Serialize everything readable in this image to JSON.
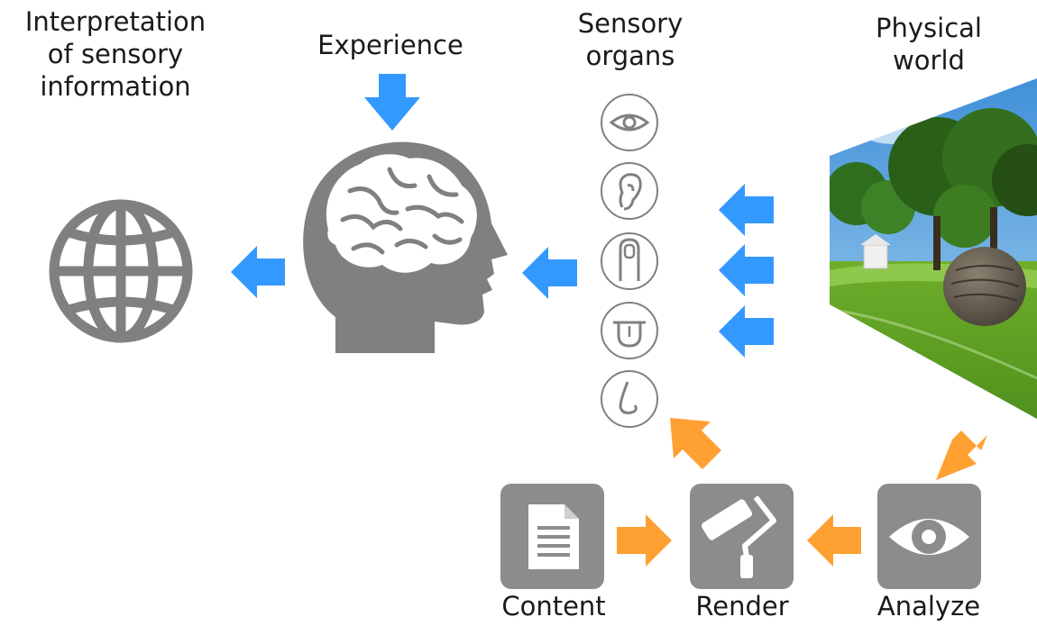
{
  "labels": {
    "interpretation": "Interpretation\nof sensory\ninformation",
    "experience": "Experience",
    "sensory_organs": "Sensory\norgans",
    "physical_world": "Physical\nworld",
    "content": "Content",
    "render": "Render",
    "analyze": "Analyze"
  },
  "colors": {
    "blue_arrow": "#3399ff",
    "orange_arrow": "#ffa033",
    "icon_gray": "#808080",
    "box_gray": "#8c8c8c"
  },
  "icons": [
    "globe-icon",
    "head-brain-icon",
    "eye-icon",
    "ear-icon",
    "finger-icon",
    "tongue-icon",
    "nose-icon",
    "document-icon",
    "paint-roller-icon",
    "analyze-eye-icon",
    "park-photo"
  ]
}
